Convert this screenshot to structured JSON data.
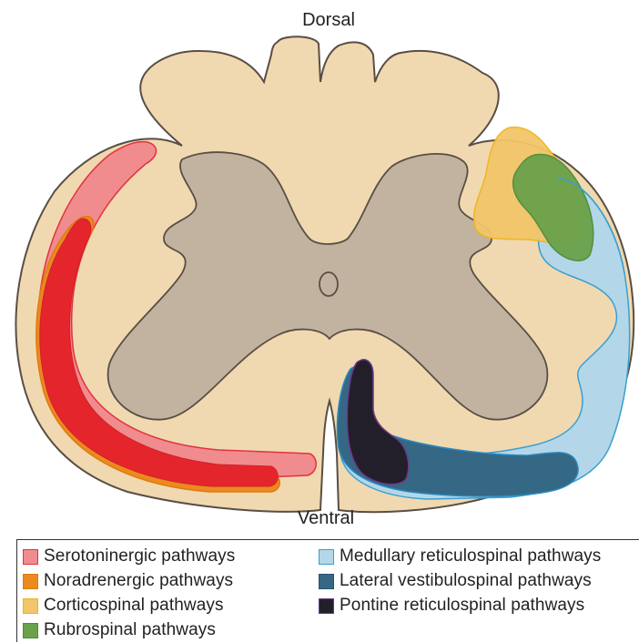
{
  "labels": {
    "top": "Dorsal",
    "bottom": "Ventral"
  },
  "legend": {
    "left": [
      {
        "label": "Serotoninergic pathways",
        "fill": "#F08C8E",
        "stroke": "#E1333F",
        "icon": "serotoninergic-swatch"
      },
      {
        "label": "Noradrenergic pathways",
        "fill": "#EA8A1F",
        "stroke": "#E07A10",
        "icon": "noradrenergic-swatch"
      },
      {
        "label": "Corticospinal pathways",
        "fill": "#F2C66A",
        "stroke": "#F0B41C",
        "icon": "corticospinal-swatch"
      },
      {
        "label": "Rubrospinal pathways",
        "fill": "#6AA24A",
        "stroke": "#4E8C3A",
        "icon": "rubrospinal-swatch"
      }
    ],
    "right": [
      {
        "label": "Medullary reticulospinal pathways",
        "fill": "#B3D7E8",
        "stroke": "#3A9FD2",
        "icon": "medullary-reticulospinal-swatch"
      },
      {
        "label": "Lateral vestibulospinal pathways",
        "fill": "#356884",
        "stroke": "#245571",
        "icon": "lateral-vestibulospinal-swatch"
      },
      {
        "label": "Pontine reticulospinal pathways",
        "fill": "#231F2A",
        "stroke": "#6A3B8C",
        "icon": "pontine-reticulospinal-swatch"
      }
    ]
  },
  "colors": {
    "white_matter": "#F0D9B0",
    "gray_matter": "#C1B39F",
    "outline": "#5A4E44"
  }
}
